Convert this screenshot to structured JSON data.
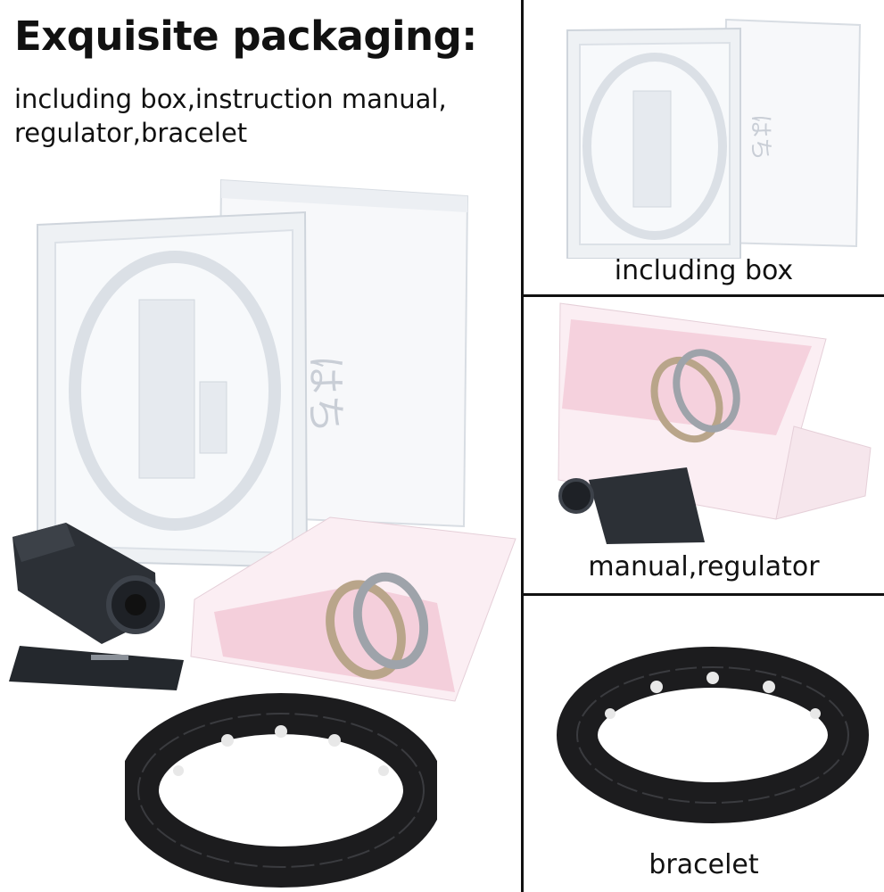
{
  "heading": "Exquisite packaging:",
  "subheading": "including box,instruction manual, regulator,bracelet",
  "captions": {
    "box": "including box",
    "manual_regulator": "manual,regulator",
    "bracelet": "bracelet"
  },
  "box_logo": "はち",
  "colors": {
    "divider": "#111111",
    "box": "#f4f6f8",
    "bracelet": "#1c1c1e",
    "manual_pink": "#f2c4d3"
  }
}
